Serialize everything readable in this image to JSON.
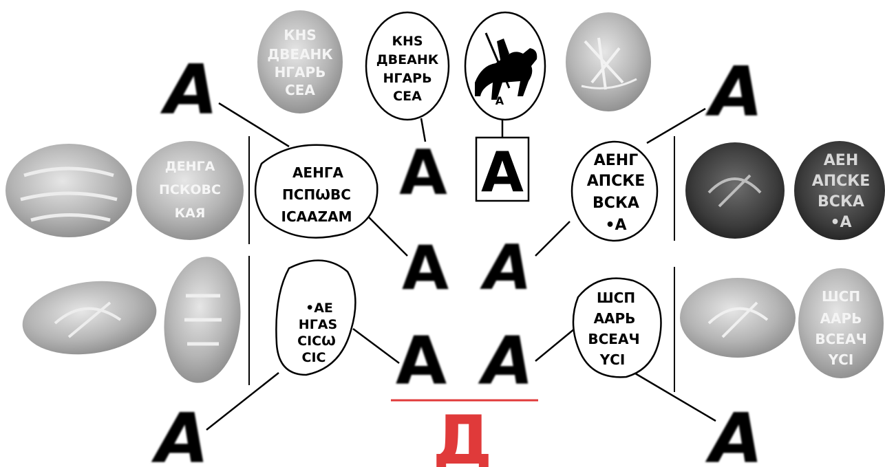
{
  "colors": {
    "ink": "#000000",
    "accent": "#e03a3a",
    "coin_silver": "#bdbdbd",
    "coin_dark": "#3a3a3a"
  },
  "letters": {
    "A": "A",
    "De": "Д"
  },
  "drawings": {
    "top_left": [
      "КНЅ",
      "ДВЕАНК",
      "НГАРЬ",
      "СЕА"
    ],
    "mid_left": [
      "АЕНГА",
      "ПСПѠВС",
      "ІСААZАМ"
    ],
    "mid_right": [
      "АЕНГ",
      "АПСКЕ",
      "ВСКА",
      "•А"
    ],
    "bot_left": [
      "•АЕ",
      "НГАЅ",
      "СІСѠ",
      "СІС"
    ],
    "bot_right": [
      "ШСП",
      "ААРЬ",
      "ВСЕАЧ",
      "ҮСІ"
    ]
  },
  "coins": {
    "top_left": [
      "КНЅ",
      "ДВЕАНК",
      "НГАРЬ",
      "СЕА"
    ],
    "mid_left_b": [
      "ДЕНГА",
      "ПСКОВС",
      "КАЯ"
    ],
    "mid_right_b": [
      "АЕН",
      "АПСКЕ",
      "ВСКА",
      "•А"
    ],
    "bot_right_b": [
      "ШСП",
      "ААРЬ",
      "ВСЕАЧ",
      "ҮСІ"
    ]
  }
}
